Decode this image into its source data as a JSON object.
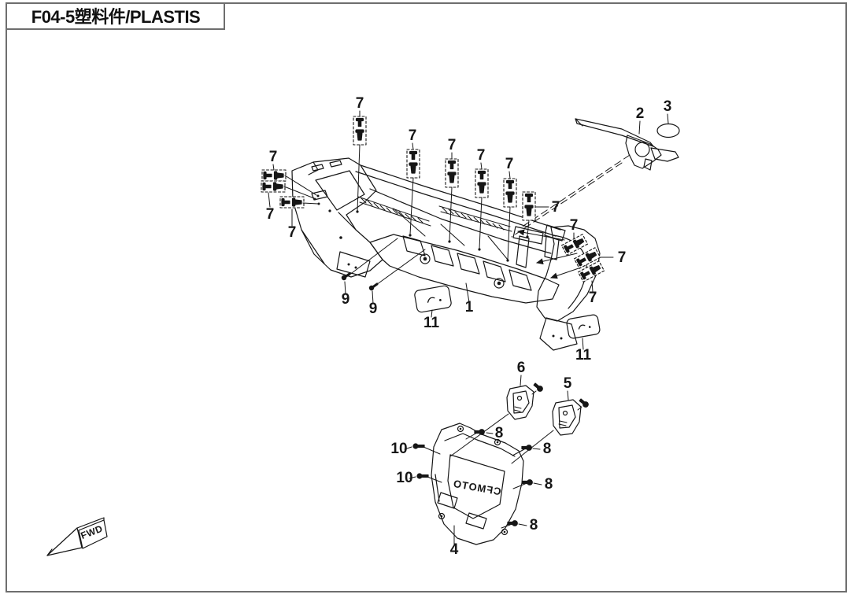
{
  "header": {
    "title": "F04-5塑料件/PLASTIS"
  },
  "diagram": {
    "fwd": "FWD",
    "part4_logo": "CFMOTO",
    "callouts": [
      "1",
      "2",
      "3",
      "4",
      "5",
      "6",
      "7",
      "8",
      "9",
      "10",
      "11"
    ]
  },
  "colors": {
    "line": "#161616",
    "frame": "#6e6e6e",
    "background": "#ffffff"
  }
}
